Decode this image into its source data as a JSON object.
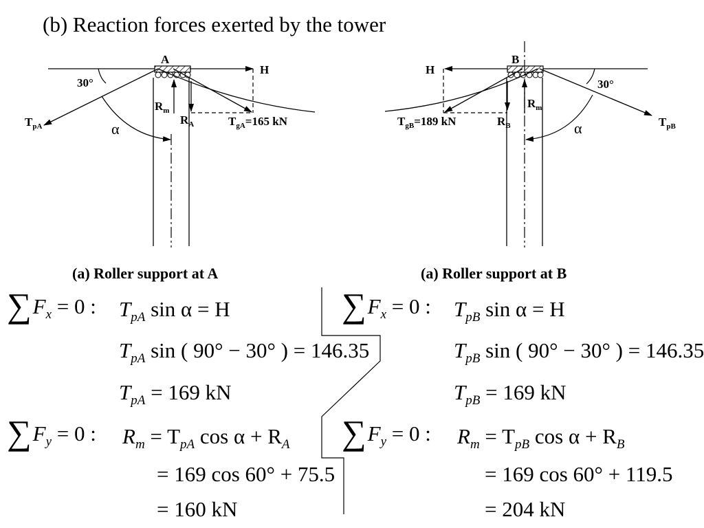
{
  "title": "(b) Reaction forces exerted by the tower",
  "left_diagram": {
    "point_label": "A",
    "angle_label": "30°",
    "alpha_label": "α",
    "H_label": "H",
    "Tp": {
      "main": "T",
      "sub": "pA"
    },
    "Rm": {
      "main": "R",
      "sub": "m"
    },
    "R": {
      "main": "R",
      "sub": "A"
    },
    "Tg": {
      "main": "T",
      "sub": "gA",
      "value": "=165 kN"
    },
    "caption": "(a) Roller support at A"
  },
  "right_diagram": {
    "point_label": "B",
    "angle_label": "30°",
    "alpha_label": "α",
    "H_label": "H",
    "Tp": {
      "main": "T",
      "sub": "pB"
    },
    "Rm": {
      "main": "R",
      "sub": "m"
    },
    "R": {
      "main": "R",
      "sub": "B"
    },
    "Tg": {
      "main": "T",
      "sub": "gB",
      "value": "=189 kN"
    },
    "caption": "(a) Roller support at B"
  },
  "equations": {
    "left": {
      "sumFx": {
        "sym": "F",
        "sub": "x",
        "rhs": "= 0 :"
      },
      "line1": {
        "t": "T",
        "sub": "pA",
        "rest": " sin α = H"
      },
      "line2": {
        "t": "T",
        "sub": "pA",
        "rest": " sin ( 90° − 30° ) = 146.35"
      },
      "line3": {
        "t": "T",
        "sub": "pA",
        "rest": " = 169 kN"
      },
      "sumFy": {
        "sym": "F",
        "sub": "y",
        "rhs": "= 0 :"
      },
      "line4": {
        "r": "R",
        "sub": "m",
        "mid": " = T",
        "sub2": "pA",
        "mid2": " cos α + R",
        "sub3": "A"
      },
      "line5": "= 169 cos 60° + 75.5",
      "line6": "= 160 kN"
    },
    "right": {
      "sumFx": {
        "sym": "F",
        "sub": "x",
        "rhs": "= 0 :"
      },
      "line1": {
        "t": "T",
        "sub": "pB",
        "rest": " sin α = H"
      },
      "line2": {
        "t": "T",
        "sub": "pB",
        "rest": " sin ( 90° − 30° ) = 146.35"
      },
      "line3": {
        "t": "T",
        "sub": "pB",
        "rest": " = 169 kN"
      },
      "sumFy": {
        "sym": "F",
        "sub": "y",
        "rhs": "= 0 :"
      },
      "line4": {
        "r": "R",
        "sub": "m",
        "mid": " = T",
        "sub2": "pB",
        "mid2": " cos α + R",
        "sub3": "B"
      },
      "line5": "= 169 cos 60° + 119.5",
      "line6": "= 204 kN"
    }
  }
}
